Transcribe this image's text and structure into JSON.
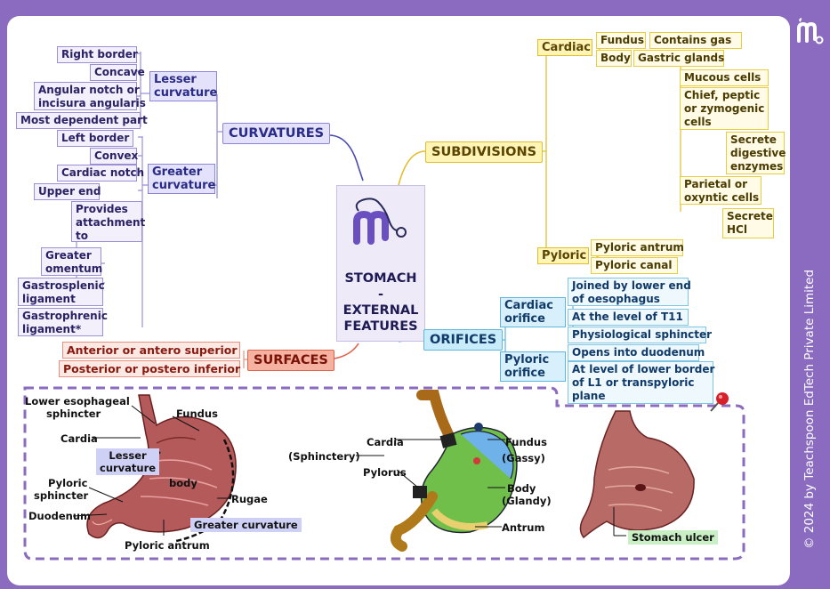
{
  "center": {
    "title_lines": [
      "STOMACH",
      "-",
      "EXTERNAL",
      "FEATURES"
    ]
  },
  "curvatures": {
    "title": "CURVATURES",
    "lesser": {
      "label_lines": [
        "Lesser",
        "curvature"
      ],
      "items": [
        "Right border",
        "Concave",
        "Angular notch or",
        "incisura angularis",
        "Most dependent part"
      ]
    },
    "greater": {
      "label_lines": [
        "Greater",
        "curvature"
      ],
      "items": [
        "Left border",
        "Convex",
        "Cardiac notch",
        "Upper end",
        "Provides",
        "attachment",
        "to",
        "Greater",
        "omentum",
        "Gastrosplenic",
        "ligament",
        "Gastrophrenic",
        "ligament*"
      ]
    }
  },
  "surfaces": {
    "title": "SURFACES",
    "items": [
      "Anterior or antero superior",
      "Posterior or postero inferior"
    ]
  },
  "subdivisions": {
    "title": "SUBDIVISIONS",
    "cardiac": "Cardiac",
    "fundus": "Fundus",
    "contains_gas": "Contains gas",
    "body": "Body",
    "gastric_glands": "Gastric glands",
    "mucous_cells": "Mucous cells",
    "chief_lines": [
      "Chief, peptic",
      "or zymogenic",
      "cells"
    ],
    "secrete_enzymes_lines": [
      "Secrete",
      "digestive",
      "enzymes"
    ],
    "parietal_lines": [
      "Parietal or",
      "oxyntic cells"
    ],
    "secrete_hcl_lines": [
      "Secrete",
      "HCl"
    ],
    "pyloric": "Pyloric",
    "pyloric_antrum": "Pyloric antrum",
    "pyloric_canal": "Pyloric canal"
  },
  "orifices": {
    "title": "ORIFICES",
    "cardiac_lines": [
      "Cardiac",
      "orifice"
    ],
    "cardiac_items": [
      "Joined by lower end",
      "of oesophagus",
      "At the level of T11",
      "Physiological sphincter"
    ],
    "pyloric_lines": [
      "Pyloric",
      "orifice"
    ],
    "pyloric_items": [
      "Opens into duodenum",
      "At level of lower border",
      "of L1 or transpyloric",
      "plane"
    ]
  },
  "figure1": {
    "lower_esophageal_lines": [
      "Lower esophageal",
      "sphincter"
    ],
    "fundus": "Fundus",
    "cardia": "Cardia",
    "lesser_curvature_lines": [
      "Lesser",
      "curvature"
    ],
    "body": "body",
    "pyloric_sphincter_lines": [
      "Pyloric",
      "sphincter"
    ],
    "rugae": "Rugae",
    "duodenum": "Duodenum",
    "greater_curvature": "Greater curvature",
    "pyloric_antrum": "Pyloric antrum"
  },
  "figure2": {
    "cardia": "Cardia",
    "fundus": "Fundus",
    "gassy": "(Gassy)",
    "sphinctery": "(Sphinctery)",
    "pylorus": "Pylorus",
    "body": "Body",
    "glandy": "(Glandy)",
    "antrum": "Antrum"
  },
  "figure3": {
    "ulcer": "Stomach ulcer"
  },
  "footer": {
    "copyright": "© 2024 by Teachspoon EdTech Private Limited"
  },
  "colors": {
    "frame": "#8a6bbf",
    "curvatures": "#4a4ab0",
    "subdivisions": "#e0be2c",
    "orifices": "#60b6da",
    "surfaces": "#e06048"
  },
  "icons": [
    "medisutdy-logo-icon",
    "pushpin-icon",
    "stethoscope-logo-icon"
  ]
}
